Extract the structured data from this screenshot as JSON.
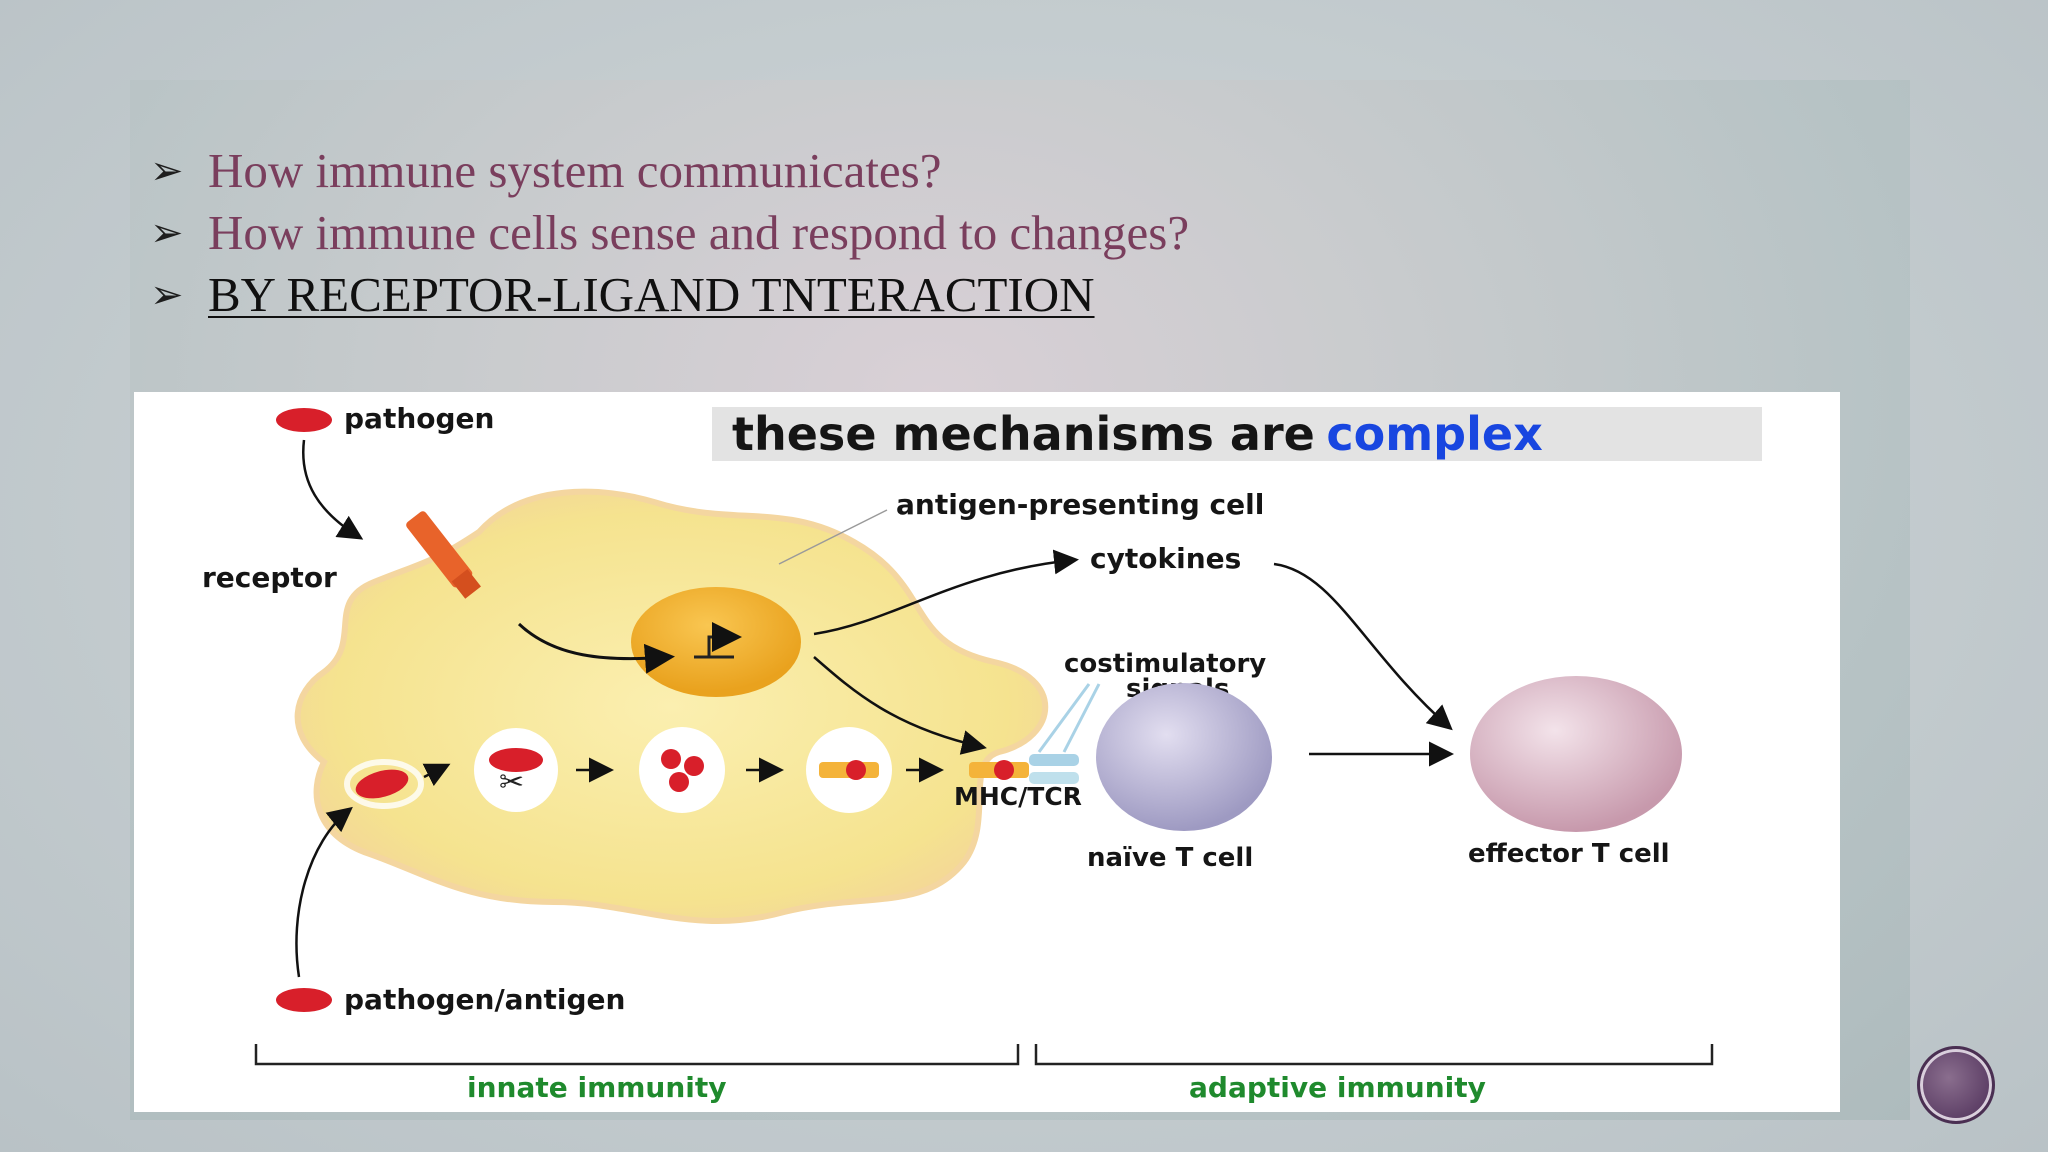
{
  "slide": {
    "bullets": [
      {
        "text": "How immune system communicates?"
      },
      {
        "text": "How immune cells sense and respond to changes?"
      },
      {
        "text": "BY RECEPTOR-LIGAND TNTERACTION"
      }
    ],
    "bullet_glyph": "➢"
  },
  "figure": {
    "title_part1": "these mechanisms are",
    "title_part2": "complex",
    "labels": {
      "pathogen": "pathogen",
      "receptor": "receptor",
      "apc": "antigen-presenting cell",
      "cytokines": "cytokines",
      "costim_line1": "costimulatory",
      "costim_line2": "signals",
      "mhc_tcr": "MHC/TCR",
      "naive_t": "naïve T cell",
      "effector_t": "effector T cell",
      "pathogen_antigen": "pathogen/antigen",
      "innate": "innate immunity",
      "adaptive": "adaptive immunity"
    },
    "colors": {
      "pathogen": "#d81f2a",
      "receptor": "#e8632a",
      "apc": "#f6e79a",
      "nucleus": "#f3b535",
      "complex": "#1846e0",
      "innate_adaptive": "#1f8a2d"
    }
  },
  "nav": {
    "icon": "slide-nav-circle-icon"
  }
}
